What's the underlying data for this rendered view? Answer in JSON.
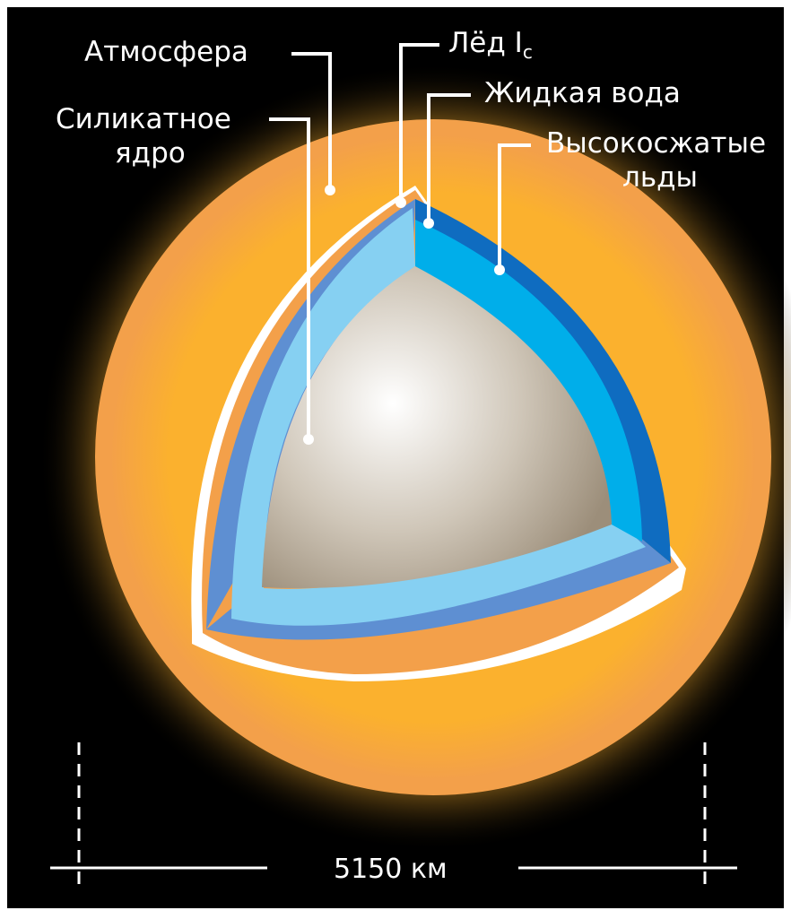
{
  "labels": {
    "atmosphere": "Атмосфера",
    "ice_ic": "Лёд I",
    "ice_ic_subscript": "c",
    "liquid_water": "Жидкая вода",
    "silicate_core_line1": "Силикатное",
    "silicate_core_line2": "ядро",
    "hp_ices_line1": "Высокосжатые",
    "hp_ices_line2": "льды"
  },
  "scale": {
    "label": "5150 км"
  },
  "colors": {
    "background": "#000000",
    "frame": "#ffffff",
    "glow": "#fff6dc",
    "atmosphere": "#fbb12e",
    "atmosphere_rim": "#f3a04a",
    "hp_ice_outer": "#0f6cc0",
    "hp_ice_inner": "#5e8fd2",
    "ice_ic": "#86d0f2",
    "liquid_water": "#00aeea",
    "core_light": "#ffffff",
    "core_dark": "#9c8e7a",
    "leader": "#ffffff"
  }
}
